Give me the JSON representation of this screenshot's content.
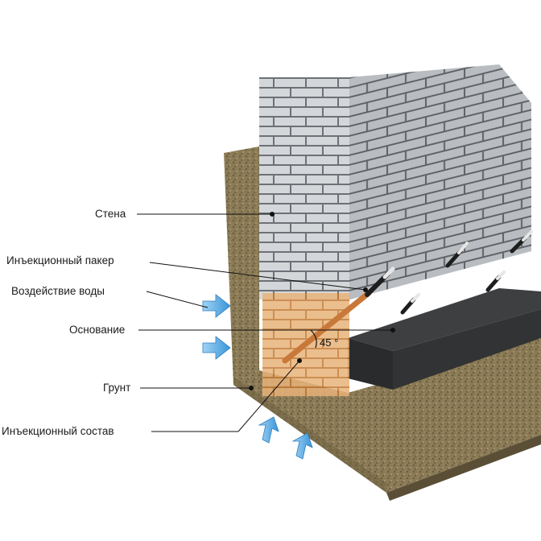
{
  "labels": {
    "wall": "Стена",
    "packer": "Инъекционный пакер",
    "water": "Воздействие воды",
    "base": "Основание",
    "soil": "Грунт",
    "compound": "Инъекционный состав"
  },
  "angle_label": "45 °",
  "colors": {
    "brick_light": "#d9dcdf",
    "brick_side": "#b4b8bc",
    "mortar": "#6d7176",
    "soil": "#8a7a55",
    "base_top": "#3e3f40",
    "base_side": "#2a2b2c",
    "injection": "#d98a3a",
    "water_arrow": "#5aaee6"
  }
}
